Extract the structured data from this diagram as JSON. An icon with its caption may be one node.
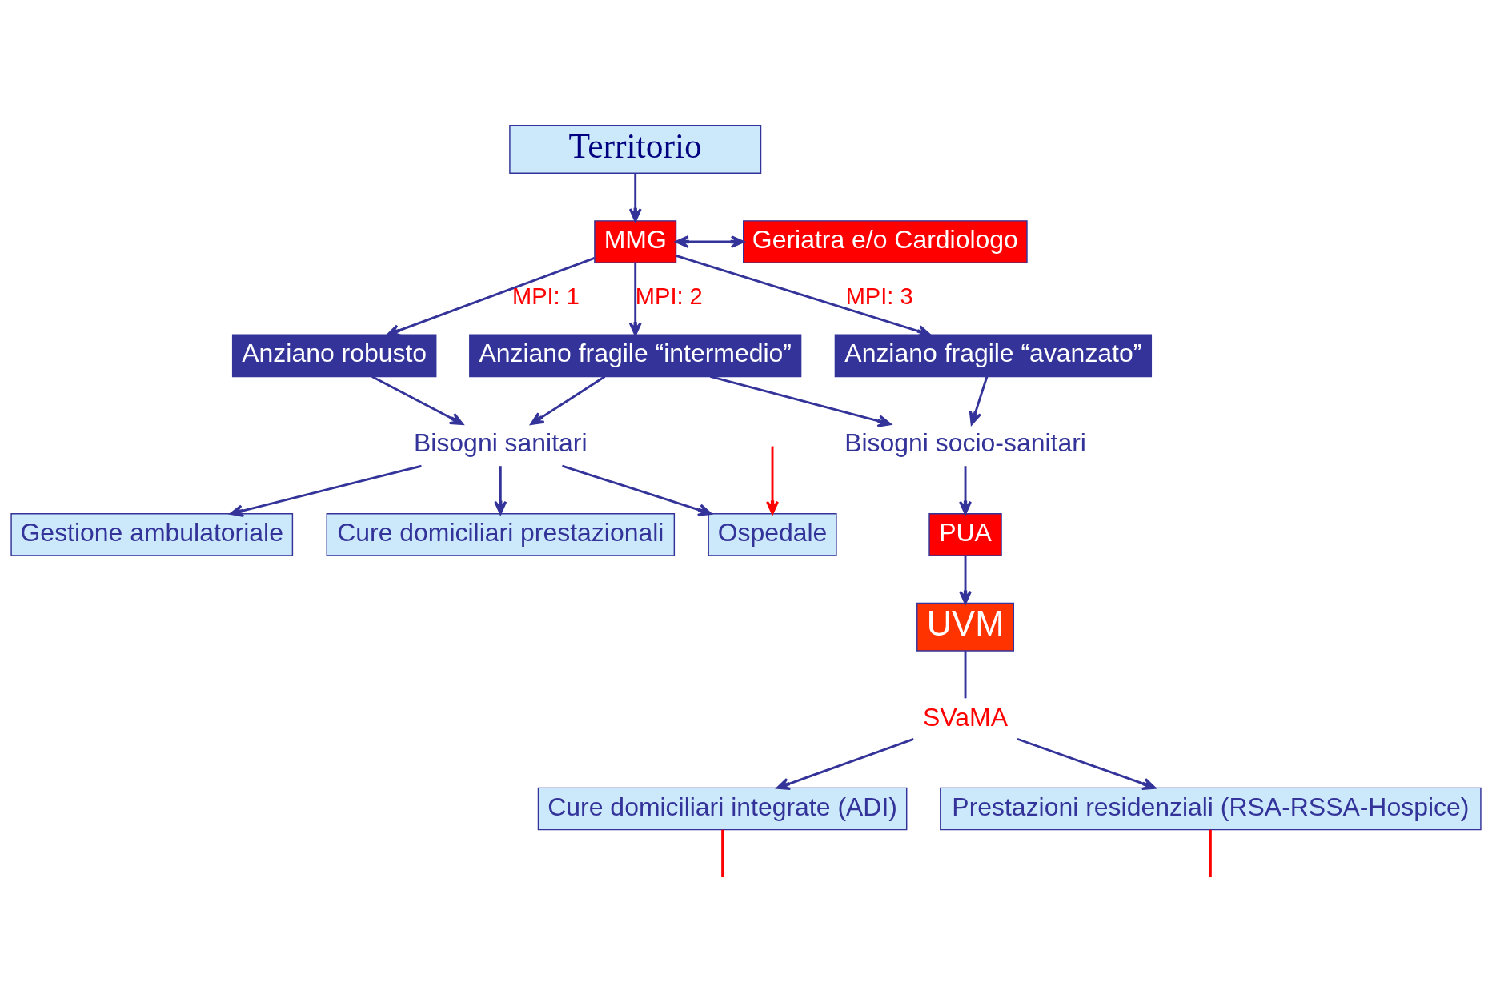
{
  "diagram": {
    "nodes": [
      {
        "text": [
          "Territorio"
        ]
      },
      {
        "text": [
          "MMG"
        ]
      },
      {
        "text": [
          "Geriatra e/o Cardiologo"
        ]
      },
      {
        "text": [
          "Anziano robusto"
        ]
      },
      {
        "text": [
          "Anziano fragile “intermedio”"
        ]
      },
      {
        "text": [
          "Anziano fragile “avanzato”"
        ]
      },
      {
        "text": [
          "Bisogni sanitari"
        ]
      },
      {
        "text": [
          "Bisogni socio-sanitari"
        ]
      },
      {
        "text": [
          "PUA"
        ]
      },
      {
        "text": [
          "UVM"
        ]
      },
      {
        "text": [
          "SVaMA"
        ]
      },
      {
        "text": [
          "Gestione ambulatoriale"
        ]
      },
      {
        "text": [
          "Cure domiciliari prestazionali"
        ]
      },
      {
        "text": [
          "Ospedale"
        ]
      },
      {
        "text": [
          "Cure domiciliari integrate (ADI)"
        ]
      },
      {
        "text": [
          "Prestazioni residenziali (RSA-RSSA-Hospice)"
        ]
      }
    ],
    "edges": [
      {
        "from": 0,
        "to": 1,
        "arrow": "to"
      },
      {
        "from": 1,
        "to": 2,
        "arrow": "both"
      },
      {
        "from": 1,
        "to": 3,
        "arrow": "to",
        "label": "MPI: 1"
      },
      {
        "from": 1,
        "to": 4,
        "arrow": "to",
        "label": "MPI: 2"
      },
      {
        "from": 1,
        "to": 5,
        "arrow": "to",
        "label": "MPI: 3"
      },
      {
        "from": 3,
        "to": 6,
        "arrow": "to"
      },
      {
        "from": 4,
        "to": 6,
        "arrow": "to"
      },
      {
        "from": 4,
        "to": 7,
        "arrow": "to"
      },
      {
        "from": 5,
        "to": 7,
        "arrow": "to"
      },
      {
        "from": 7,
        "to": 8,
        "arrow": "to"
      },
      {
        "from": 8,
        "to": 9,
        "arrow": "to"
      },
      {
        "from": 9,
        "to": 10,
        "arrow": "none"
      },
      {
        "from": 10,
        "to": 14,
        "arrow": "to"
      },
      {
        "from": 10,
        "to": 15,
        "arrow": "to"
      },
      {
        "from": 6,
        "to": 11,
        "arrow": "to"
      },
      {
        "from": 6,
        "to": 12,
        "arrow": "to"
      },
      {
        "from": 6,
        "to": 13,
        "arrow": "to"
      },
      {
        "from": null,
        "to": 13,
        "arrow": "to",
        "color": "#ff0000"
      },
      {
        "from": 14,
        "to": null,
        "arrow": "none",
        "color": "#ff0000"
      },
      {
        "from": 15,
        "to": null,
        "arrow": "none",
        "color": "#ff0000"
      }
    ]
  }
}
